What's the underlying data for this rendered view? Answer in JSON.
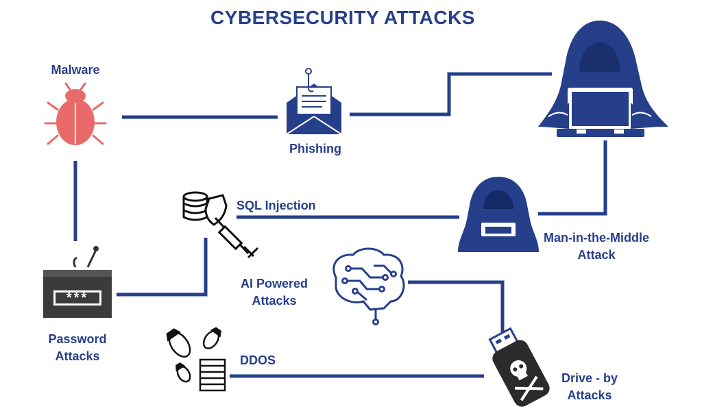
{
  "title": "CYBERSECURITY ATTACKS",
  "nodes": {
    "malware": {
      "label": "Malware",
      "icon": "bug-icon"
    },
    "phishing": {
      "label": "Phishing",
      "icon": "phishing-email-icon"
    },
    "hacker": {
      "icon": "hacker-laptop-icon"
    },
    "sql_injection": {
      "label": "SQL Injection",
      "icon": "database-shield-syringe-icon"
    },
    "mitm": {
      "label_line1": "Man-in-the-Middle",
      "label_line2": "Attack",
      "icon": "hooded-hacker-icon"
    },
    "ai_powered": {
      "label_line1": "AI Powered",
      "label_line2": "Attacks",
      "icon": "circuit-brain-icon"
    },
    "password": {
      "label_line1": "Password",
      "label_line2": "Attacks",
      "icon": "password-box-icon",
      "mask": "***"
    },
    "ddos": {
      "label": "DDOS",
      "icon": "bombs-server-icon"
    },
    "drive_by": {
      "label_line1": "Drive - by",
      "label_line2": "Attacks",
      "icon": "usb-skull-icon"
    }
  },
  "colors": {
    "primary": "#263f8a",
    "malware": "#e86a6a",
    "icon_dark": "#2b2b2b"
  }
}
